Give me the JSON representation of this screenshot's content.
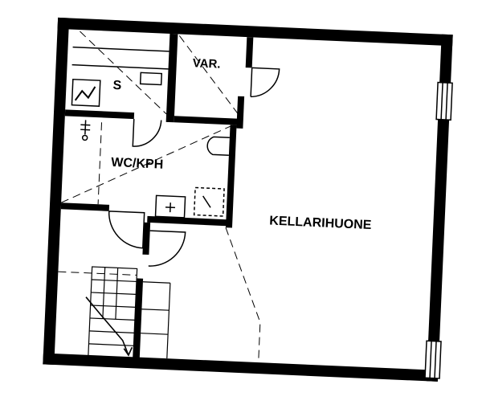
{
  "rooms": {
    "sauna": "S",
    "storage": "VAR.",
    "wc_bathroom": "WC/KPH",
    "basement_room": "KELLARIHUONE"
  },
  "colors": {
    "wall": "#000000",
    "line": "#000000",
    "background": "#ffffff"
  }
}
